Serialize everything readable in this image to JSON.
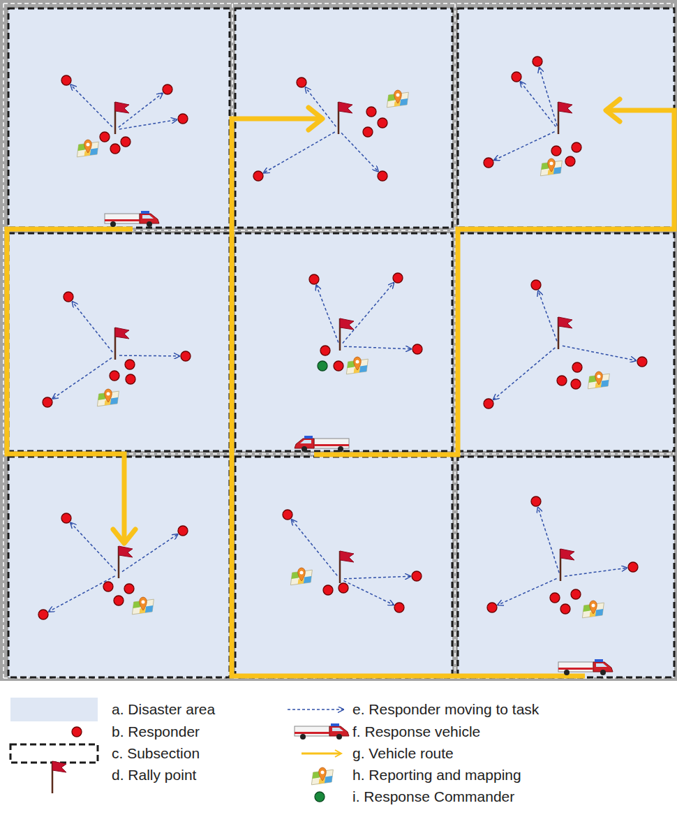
{
  "diagram": {
    "legend": [
      {
        "text": "a. Disaster area",
        "color": "#dfe7f4"
      },
      {
        "text": "b. Responder"
      },
      {
        "text": "c. Subsection"
      },
      {
        "text": "d. Rally point"
      },
      {
        "text": "e. Responder moving to task"
      },
      {
        "text": "f. Response vehicle"
      },
      {
        "text": "g. Vehicle route"
      },
      {
        "text": "h. Reporting and mapping"
      },
      {
        "text": "i. Response Commander"
      }
    ]
  }
}
